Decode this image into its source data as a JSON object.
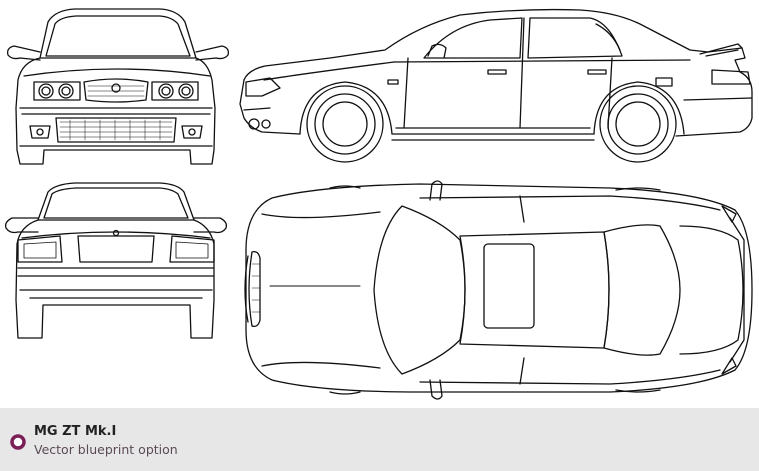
{
  "caption": {
    "title": "MG ZT Mk.I",
    "subtitle": "Vector blueprint option",
    "bullet_icon": "ring-bullet-icon"
  },
  "colors": {
    "line": "#111111",
    "footer_bg": "#e8e7e8",
    "bullet_ring": "#7a1f55",
    "subtitle_text": "#5a4a55"
  },
  "views": [
    "front-view",
    "side-view",
    "rear-view",
    "top-view"
  ]
}
